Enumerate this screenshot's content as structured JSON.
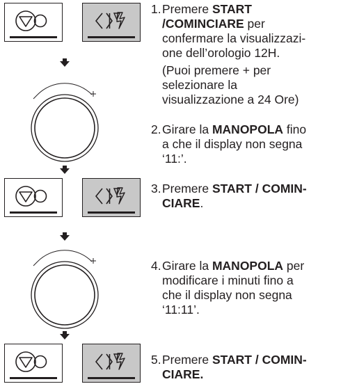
{
  "diagram": {
    "icons": {
      "stop_button": "stop-triangle-circle-icon",
      "start_button": "start-lightning-icon",
      "knob": "rotary-knob-icon",
      "arrow": "down-arrow-icon"
    },
    "knob_marks": {
      "minus": "-",
      "plus": "+"
    },
    "colors": {
      "ink": "#231f20",
      "start_button_fill": "#c8c8c8"
    }
  },
  "steps": [
    {
      "number": "1.",
      "line1_prefix": "Premere ",
      "line1_bold": "START",
      "line2_bold": "/COMINCIARE",
      "line2_rest": " per",
      "line3": "confermare la visualizzazi-",
      "line4": "one dell’orologio 12H."
    },
    {
      "note_line1": "(Puoi premere + per",
      "note_line2": "selezionare la",
      "note_line3": "visualizzazione a 24 Ore)"
    },
    {
      "number": "2.",
      "line1_prefix": "Girare la ",
      "line1_bold": "MANOPOLA",
      "line1_rest": " fino",
      "line2": "a che il display non segna",
      "line3": "‘11:’."
    },
    {
      "number": "3.",
      "line1_prefix": "Premere ",
      "line1_bold": "START / COMIN-",
      "line2_bold": "CIARE",
      "line2_rest": "."
    },
    {
      "number": "4.",
      "line1_prefix": "Girare la ",
      "line1_bold": "MANOPOLA",
      "line1_rest": " per",
      "line2": "modificare i minuti fino a",
      "line3": "che il display non segna",
      "line4": "‘11:11’."
    },
    {
      "number": "5.",
      "line1_prefix": "Premere ",
      "line1_bold": "START / COMIN-",
      "line2_bold": "CIARE."
    }
  ]
}
